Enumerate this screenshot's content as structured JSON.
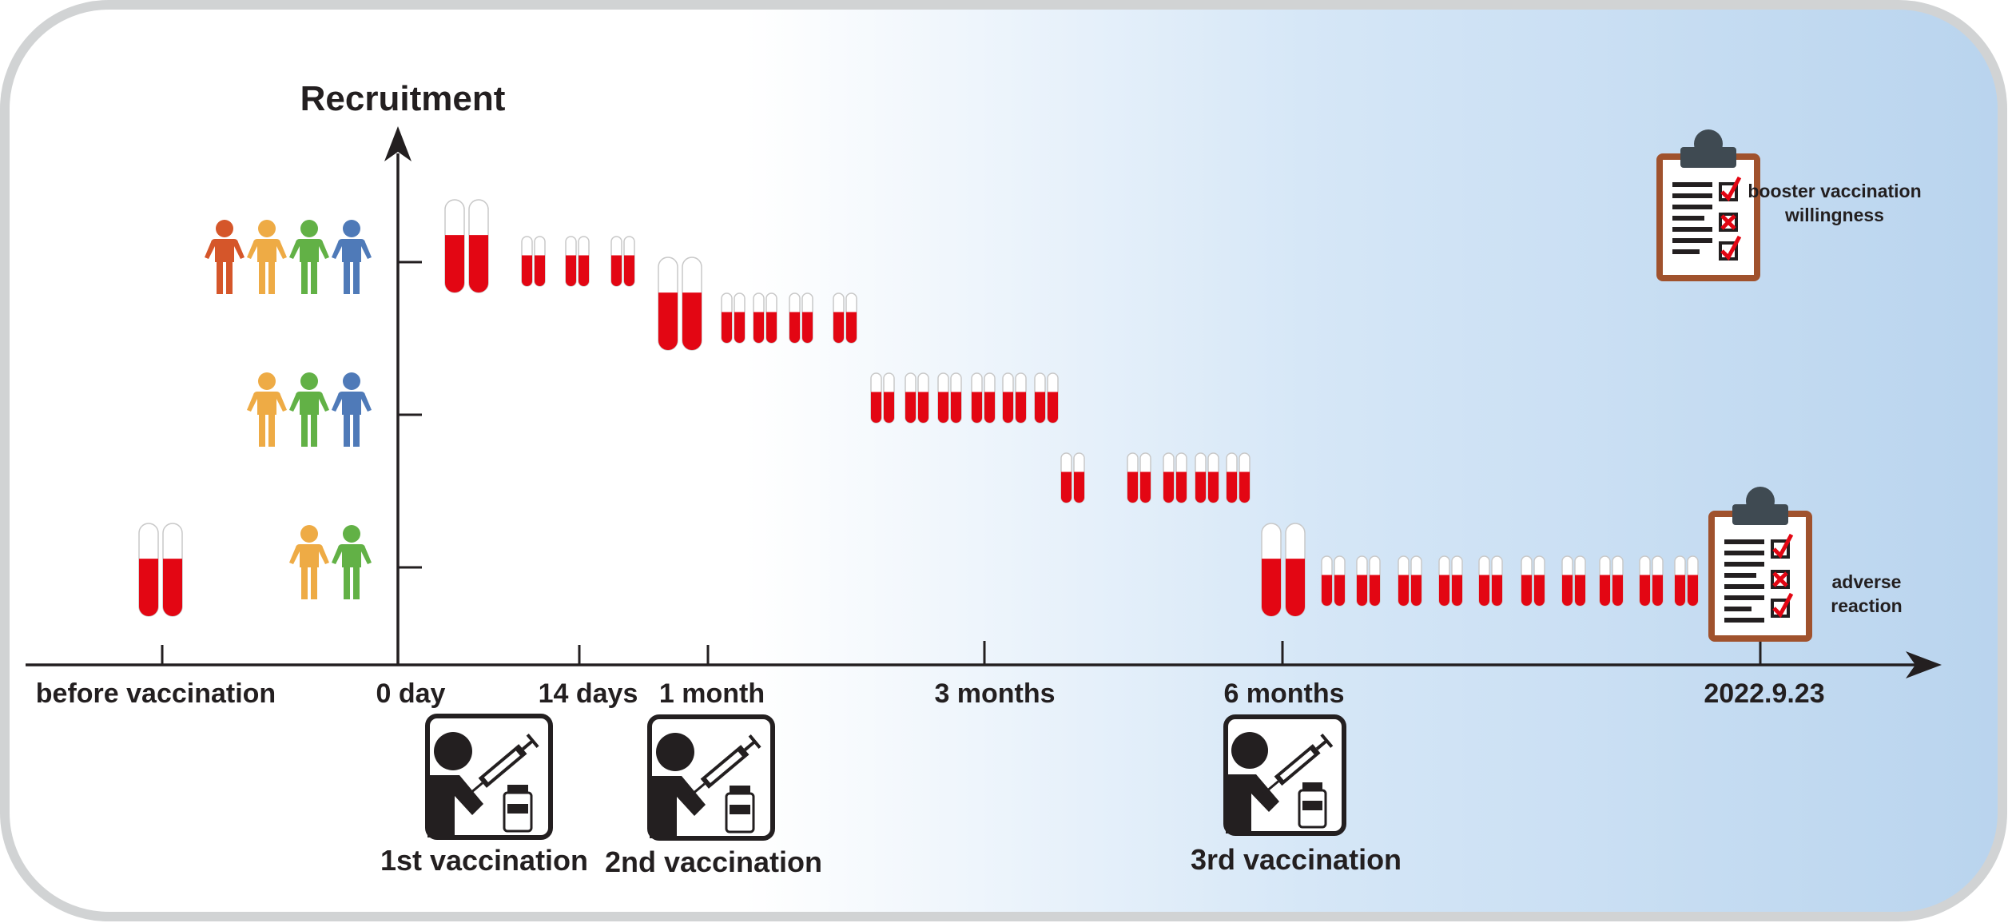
{
  "y_axis_label": "Recruitment",
  "time_points": [
    {
      "key": "before",
      "label": "before vaccination"
    },
    {
      "key": "day0",
      "label": "0 day"
    },
    {
      "key": "day14",
      "label": "14 days"
    },
    {
      "key": "month1",
      "label": "1 month"
    },
    {
      "key": "month3",
      "label": "3 months"
    },
    {
      "key": "month6",
      "label": "6 months"
    },
    {
      "key": "end",
      "label": "2022.9.23"
    }
  ],
  "vaccinations": [
    {
      "label": "1st vaccination",
      "icon": "vaccination-icon"
    },
    {
      "label": "2nd vaccination",
      "icon": "vaccination-icon"
    },
    {
      "label": "3rd vaccination",
      "icon": "vaccination-icon"
    }
  ],
  "cohorts": [
    {
      "people": 4,
      "colors": [
        "#d5562a",
        "#eeab45",
        "#62b146",
        "#4f7ab8"
      ]
    },
    {
      "people": 3,
      "colors": [
        "#eeab45",
        "#62b146",
        "#4f7ab8"
      ]
    },
    {
      "people": 2,
      "colors": [
        "#eeab45",
        "#62b146"
      ]
    }
  ],
  "questionnaires": [
    {
      "label_line1": "booster vaccination",
      "label_line2": "willingness",
      "icon": "clipboard-checklist-icon"
    },
    {
      "label_line1": "adverse",
      "label_line2": "reaction",
      "icon": "clipboard-checklist-icon"
    }
  ],
  "colors": {
    "blood": "#e30613",
    "frame": "#d1d3d4",
    "background_gradient_start": "#ffffff",
    "background_gradient_end": "#b9d4ee",
    "axis": "#231f20",
    "clipboard_border": "#a0522d"
  }
}
